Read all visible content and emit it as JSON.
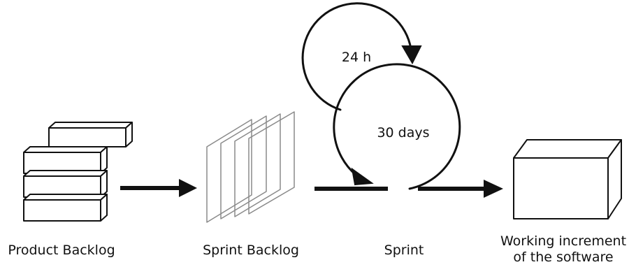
{
  "labels": {
    "product_backlog": "Product Backlog",
    "sprint_backlog": "Sprint Backlog",
    "sprint": "Sprint",
    "working_increment_line1": "Working increment",
    "working_increment_line2": "of the software"
  },
  "cycles": {
    "daily": "24 h",
    "sprint": "30 days"
  },
  "colors": {
    "stroke": "#111111",
    "sheet": "#8a8a8a",
    "fill": "#ffffff"
  }
}
